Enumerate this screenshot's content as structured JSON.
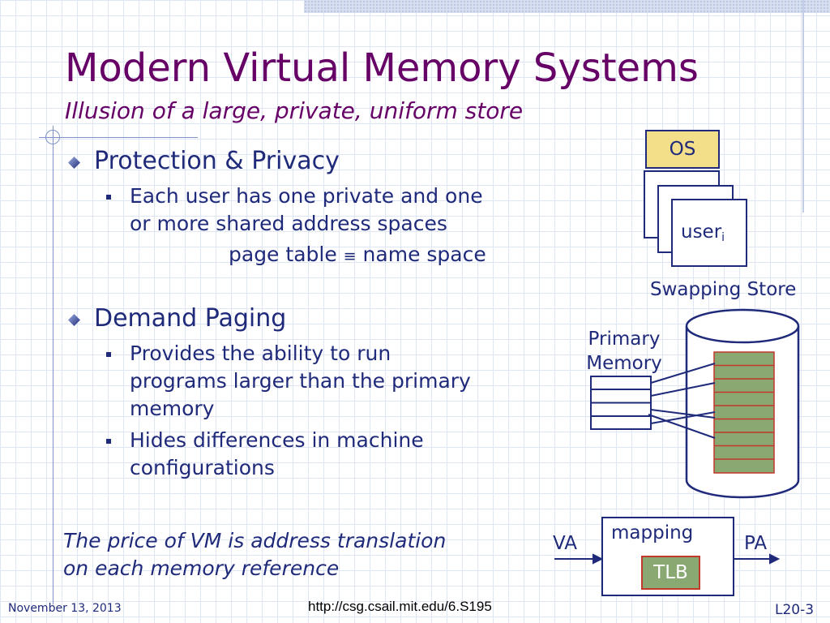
{
  "slide": {
    "title": "Modern Virtual Memory Systems",
    "subtitle": "Illusion of a large, private, uniform store"
  },
  "bullets": [
    {
      "text": "Protection & Privacy",
      "sub": [
        {
          "line1": "Each user has one private and one",
          "line2": "or more shared address spaces"
        }
      ],
      "note_left": "page table",
      "note_symbol": "≡",
      "note_right": "name space"
    },
    {
      "text": "Demand Paging",
      "sub": [
        {
          "line1": "Provides the ability to run",
          "line2": "programs larger than the primary",
          "line3": "memory"
        },
        {
          "line1": "Hides differences in machine",
          "line2": "configurations"
        }
      ]
    }
  ],
  "footnote": {
    "line1": "The price of VM is address translation",
    "line2": "on each memory reference"
  },
  "diagram": {
    "os_label": "OS",
    "user_label": "user",
    "user_subscript": "i",
    "swapping_store_label": "Swapping Store",
    "primary_memory_line1": "Primary",
    "primary_memory_line2": "Memory",
    "mapping_label": "mapping",
    "tlb_label": "TLB",
    "va_label": "VA",
    "pa_label": "PA"
  },
  "footer": {
    "date": "November 13, 2013",
    "url": "http://csg.csail.mit.edu/6.S195",
    "slide_number": "L20-3"
  },
  "colors": {
    "title": "#660066",
    "text": "#1f2a7a",
    "os_fill": "#f3df8a",
    "page_fill": "#8aa872",
    "page_border": "#c0392b"
  }
}
